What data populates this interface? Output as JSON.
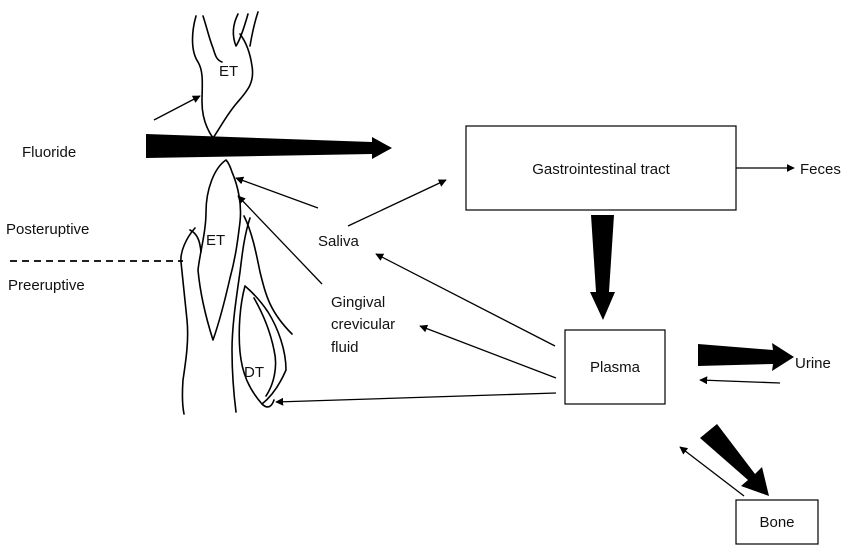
{
  "labels": {
    "fluoride": "Fluoride",
    "posteruptive": "Posteruptive",
    "preeruptive": "Preeruptive",
    "et_top": "ET",
    "et_mid": "ET",
    "dt": "DT",
    "saliva": "Saliva",
    "gingival_line1": "Gingival",
    "gingival_line2": "crevicular",
    "gingival_line3": "fluid",
    "feces": "Feces",
    "urine": "Urine"
  },
  "boxes": {
    "gi_tract": "Gastrointestinal tract",
    "plasma": "Plasma",
    "bone": "Bone"
  },
  "colors": {
    "ink": "#000000",
    "background": "#ffffff"
  }
}
